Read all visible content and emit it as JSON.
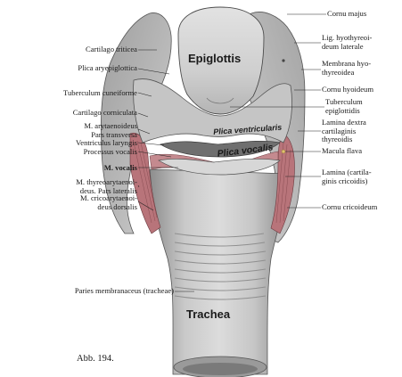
{
  "figure": {
    "caption": "Abb. 194.",
    "inner_labels": {
      "epiglottis": "Epiglottis",
      "trachea": "Trachea",
      "plica_ventricularis": "Plica ventricularis",
      "plica_vocalis": "Plica vocalis"
    },
    "labels_left": [
      "Cartilago triticea",
      "Plica aryepiglottica",
      "Tuberculum cuneiforme",
      "Cartilago corniculata",
      "M. arytaenoideus\nPars transversa",
      "Ventriculus laryngis",
      "Processus vocalis",
      "M. vocalis",
      "M. thyreoarytaenoi-\ndeus. Pars lateralis",
      "M. cricoarytaenoi-\ndeus dorsalis",
      "Paries membranaceus (tracheae)"
    ],
    "labels_right": [
      "Cornu majus",
      "Lig. hyothyreoi-\ndeum laterale",
      "Membrana hyo-\nthyreoidea",
      "Cornu hyoideum",
      "Tuberculum\nepiglottidis",
      "Lamina dextra\ncartilaginis\nthyreoidis",
      "Macula flava",
      "Lamina (cartila-\nginis cricoidis)",
      "Cornu cricoideum"
    ],
    "colors": {
      "tissue_light": "#d4d4d4",
      "tissue_mid": "#a9a9a9",
      "tissue_dark": "#6e6e6e",
      "muscle": "#b8747a",
      "ink": "#1a1a1a"
    }
  }
}
